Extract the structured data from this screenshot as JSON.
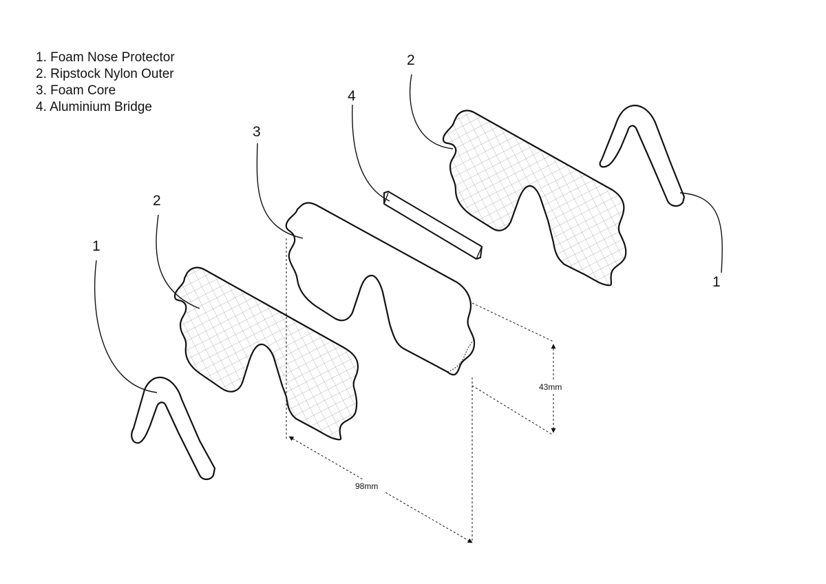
{
  "legend": [
    {
      "number": "1",
      "text": "1. Foam Nose Protector"
    },
    {
      "number": "2",
      "text": "2. Ripstock Nylon Outer"
    },
    {
      "number": "3",
      "text": "3. Foam Core"
    },
    {
      "number": "4",
      "text": "4. Aluminium Bridge"
    }
  ],
  "callouts": {
    "nose_left": "1",
    "outer_front": "2",
    "core": "3",
    "bridge": "4",
    "outer_back": "2",
    "nose_right": "1"
  },
  "dimensions": {
    "height": "43mm",
    "width": "98mm"
  },
  "colors": {
    "stroke": "#111111",
    "grid": "#9a9a9a",
    "background": "#ffffff"
  }
}
